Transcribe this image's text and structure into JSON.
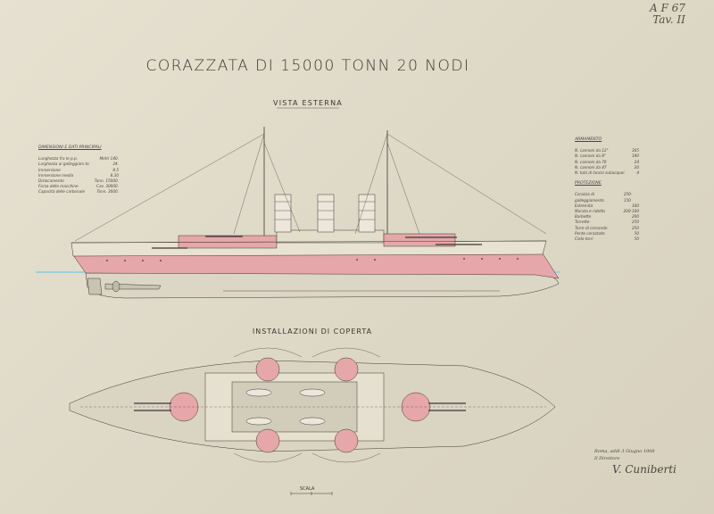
{
  "catalog": {
    "line1": "A F 67",
    "line2": "Tav. II"
  },
  "title": "CORAZZATA DI 15000 TONN 20 NODI",
  "section_elevation": "VISTA ESTERNA",
  "section_deck": "INSTALLAZIONI DI COPERTA",
  "scale_label": "SCALA",
  "left_specs": {
    "heading": "DIMENSIONI E DATI PRINCIPALI",
    "rows": [
      {
        "label": "Lunghezza fra le p.p.",
        "value": "Metri 140."
      },
      {
        "label": "Larghezza al galleggiam.to",
        "value": "24."
      },
      {
        "label": "Immersione",
        "value": "8.5"
      },
      {
        "label": "Immersione media",
        "value": "8.30"
      },
      {
        "label": "Dislocamento",
        "value": "Tonn. 15000."
      },
      {
        "label": "Forza delle macchine",
        "value": "Cav. 30000."
      },
      {
        "label": "Capacità delle carbonaie",
        "value": "Tonn. 3000."
      }
    ]
  },
  "right_specs": {
    "heading": "ARMAMENTO",
    "rows": [
      {
        "label": "N. cannoni da 12\"",
        "value": "305"
      },
      {
        "label": "N. cannoni da 8\"",
        "value": "190"
      },
      {
        "label": "N. cannoni da 76",
        "value": "24"
      },
      {
        "label": "N. cannoni da 47",
        "value": "20"
      },
      {
        "label": "N. tubi di lancio subacquei",
        "value": "4"
      }
    ],
    "heading2": "PROTEZIONE",
    "rows2": [
      {
        "label": "Corazza di galleggiamento",
        "value": "250-150"
      },
      {
        "label": "Estremità",
        "value": "100"
      },
      {
        "label": "Murata e ridotto",
        "value": "200-100"
      },
      {
        "label": "Barbette",
        "value": "200"
      },
      {
        "label": "Torrette",
        "value": "250"
      },
      {
        "label": "Torre di comando",
        "value": "250"
      },
      {
        "label": "Ponte corazzato",
        "value": "50"
      },
      {
        "label": "Cielo torri",
        "value": "50"
      }
    ]
  },
  "signature": {
    "line1": "Roma, addì 3 Giugno 1908",
    "line2": "Il Direttore",
    "name": "V. Cuniberti"
  },
  "colors": {
    "paper": "#e3ddcc",
    "hull_red": "#e5a7a9",
    "ink": "#3d3632",
    "water": "#9ed0dc"
  }
}
